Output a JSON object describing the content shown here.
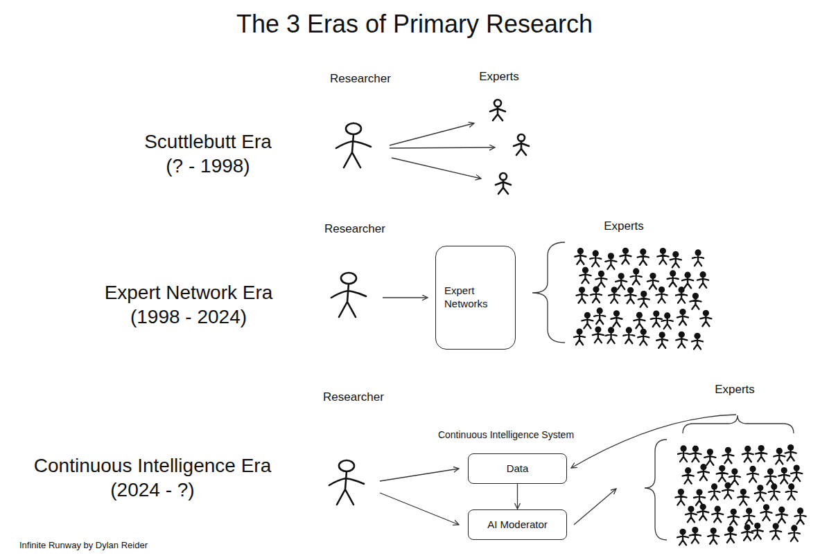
{
  "diagram": {
    "title": "The 3 Eras of Primary Research",
    "caption": "Infinite Runway by Dylan Reider",
    "nodes": [
      {
        "text": [
          "Expert Networks"
        ]
      },
      {
        "text": [
          "Data"
        ]
      },
      {
        "text": [
          "AI Moderator"
        ]
      }
    ],
    "edges": [
      {
        "from": 1,
        "to": 2,
        "arrow": "to"
      }
    ],
    "labels": [
      "Scuttlebutt Era (? - 1998)",
      "Researcher",
      "Experts",
      "Expert Network Era (1998 - 2024)",
      "Researcher",
      "Experts",
      "Continuous Intelligence Era (2024 - ?)",
      "Researcher",
      "Continuous Intelligence System",
      "Experts"
    ]
  }
}
